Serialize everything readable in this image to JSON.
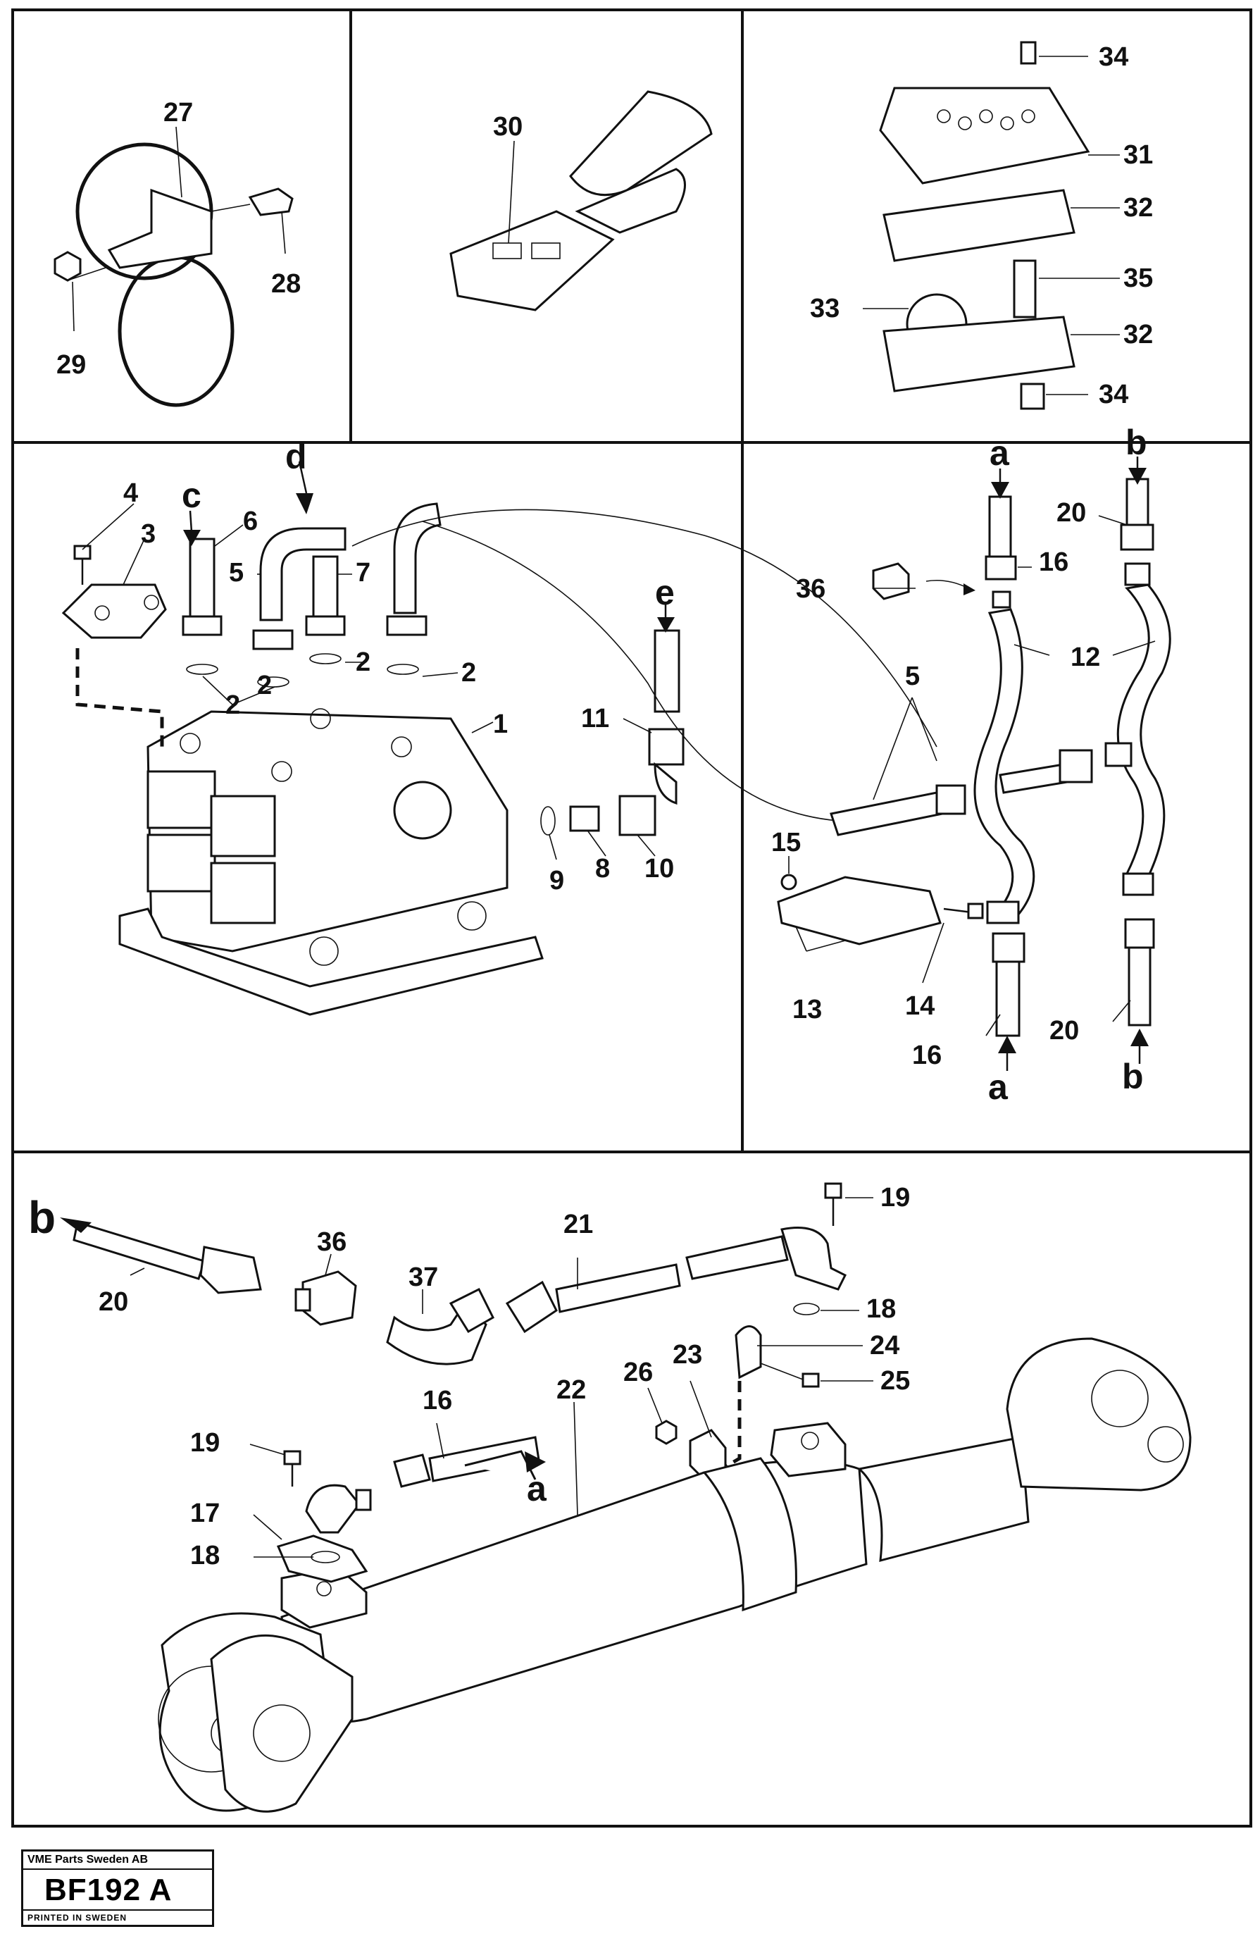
{
  "callouts": {
    "p1": "1",
    "p2a": "2",
    "p2b": "2",
    "p2c": "2",
    "p2d": "2",
    "p3": "3",
    "p4": "4",
    "p5a": "5",
    "p5b": "5",
    "p6": "6",
    "p7": "7",
    "p8": "8",
    "p9": "9",
    "p10": "10",
    "p11": "11",
    "p12": "12",
    "p13": "13",
    "p14": "14",
    "p15": "15",
    "p16a": "16",
    "p16b": "16",
    "p16c": "16",
    "p17": "17",
    "p18a": "18",
    "p18b": "18",
    "p19a": "19",
    "p19b": "19",
    "p20a": "20",
    "p20b": "20",
    "p20c": "20",
    "p21": "21",
    "p22": "22",
    "p23": "23",
    "p24": "24",
    "p25": "25",
    "p26": "26",
    "p27": "27",
    "p28": "28",
    "p29": "29",
    "p30": "30",
    "p31": "31",
    "p32a": "32",
    "p32b": "32",
    "p33": "33",
    "p34a": "34",
    "p34b": "34",
    "p35": "35",
    "p36a": "36",
    "p36b": "36",
    "p37": "37"
  },
  "connections": {
    "a_top": "a",
    "a_bottom": "a",
    "a_cyl": "a",
    "b_top": "b",
    "b_bottom": "b",
    "b_left": "b",
    "c": "c",
    "d": "d",
    "e": "e"
  },
  "stamp": {
    "company": "VME Parts Sweden AB",
    "code": "BF192 A",
    "printed": "PRINTED IN SWEDEN"
  }
}
